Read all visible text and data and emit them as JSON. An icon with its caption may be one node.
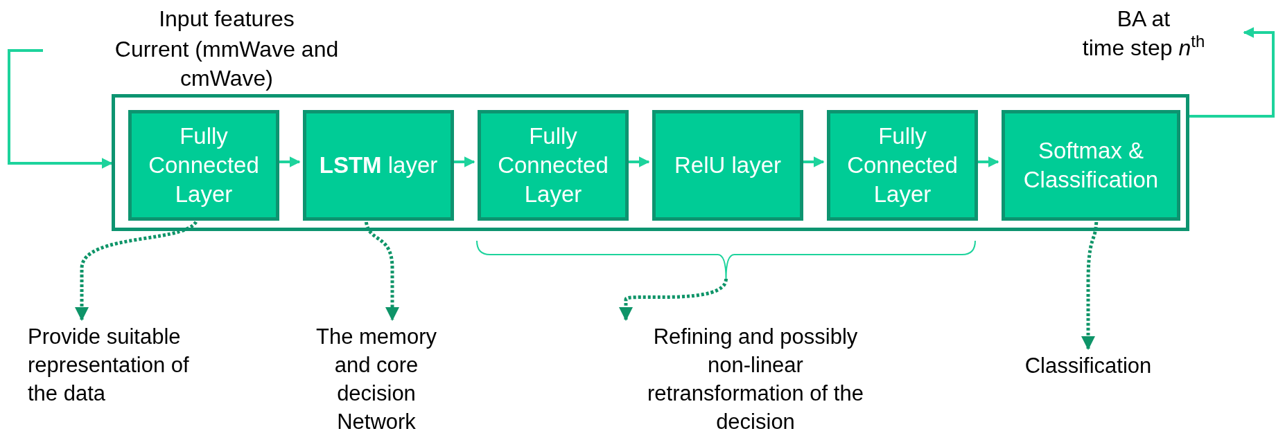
{
  "diagram": {
    "nodes": [
      {
        "text": [],
        "shape": "box"
      },
      {
        "text": [
          "Fully Connected Layer"
        ],
        "in": 0
      },
      {
        "text": [
          "**LSTM** layer"
        ],
        "in": 0
      },
      {
        "text": [
          "Fully Connected Layer"
        ],
        "in": 0
      },
      {
        "text": [
          "RelU layer"
        ],
        "in": 0
      },
      {
        "text": [
          "Fully Connected Layer"
        ],
        "in": 0
      },
      {
        "text": [
          "Softmax & Classification"
        ],
        "in": 0
      },
      {
        "text": [
          "Provide suitable representation of the data"
        ]
      },
      {
        "text": [
          "The memory and core decision Network"
        ]
      },
      {
        "text": [
          "Refining and possibly non-linear retransformation of the decision"
        ]
      },
      {
        "text": [
          "Classification"
        ]
      },
      {
        "text": [],
        "shape": "bracket"
      }
    ],
    "edges": [
      {
        "from": null,
        "to": 0,
        "arrow": "to"
      },
      {
        "from": 0,
        "to": null,
        "arrow": "to"
      },
      {
        "from": 1,
        "to": 2,
        "arrow": "to"
      },
      {
        "from": 2,
        "to": 3,
        "arrow": "to"
      },
      {
        "from": 3,
        "to": 4,
        "arrow": "to"
      },
      {
        "from": 4,
        "to": 5,
        "arrow": "to"
      },
      {
        "from": 5,
        "to": 6,
        "arrow": "to"
      },
      {
        "from": 1,
        "to": 7,
        "arrow": "to",
        "style": "dashed",
        "color": "#0e9468"
      },
      {
        "from": 2,
        "to": 8,
        "arrow": "to",
        "style": "dashed",
        "color": "#0e9468"
      },
      {
        "from": 11,
        "to": 9,
        "arrow": "to",
        "style": "dashed",
        "color": "#0e9468"
      },
      {
        "from": 6,
        "to": 10,
        "arrow": "to",
        "style": "dashed",
        "color": "#0e9468"
      }
    ],
    "labels": [
      "Input features",
      "Current (mmWave and cmWave)",
      "BA at",
      "time step *n*$^{th}$"
    ]
  }
}
